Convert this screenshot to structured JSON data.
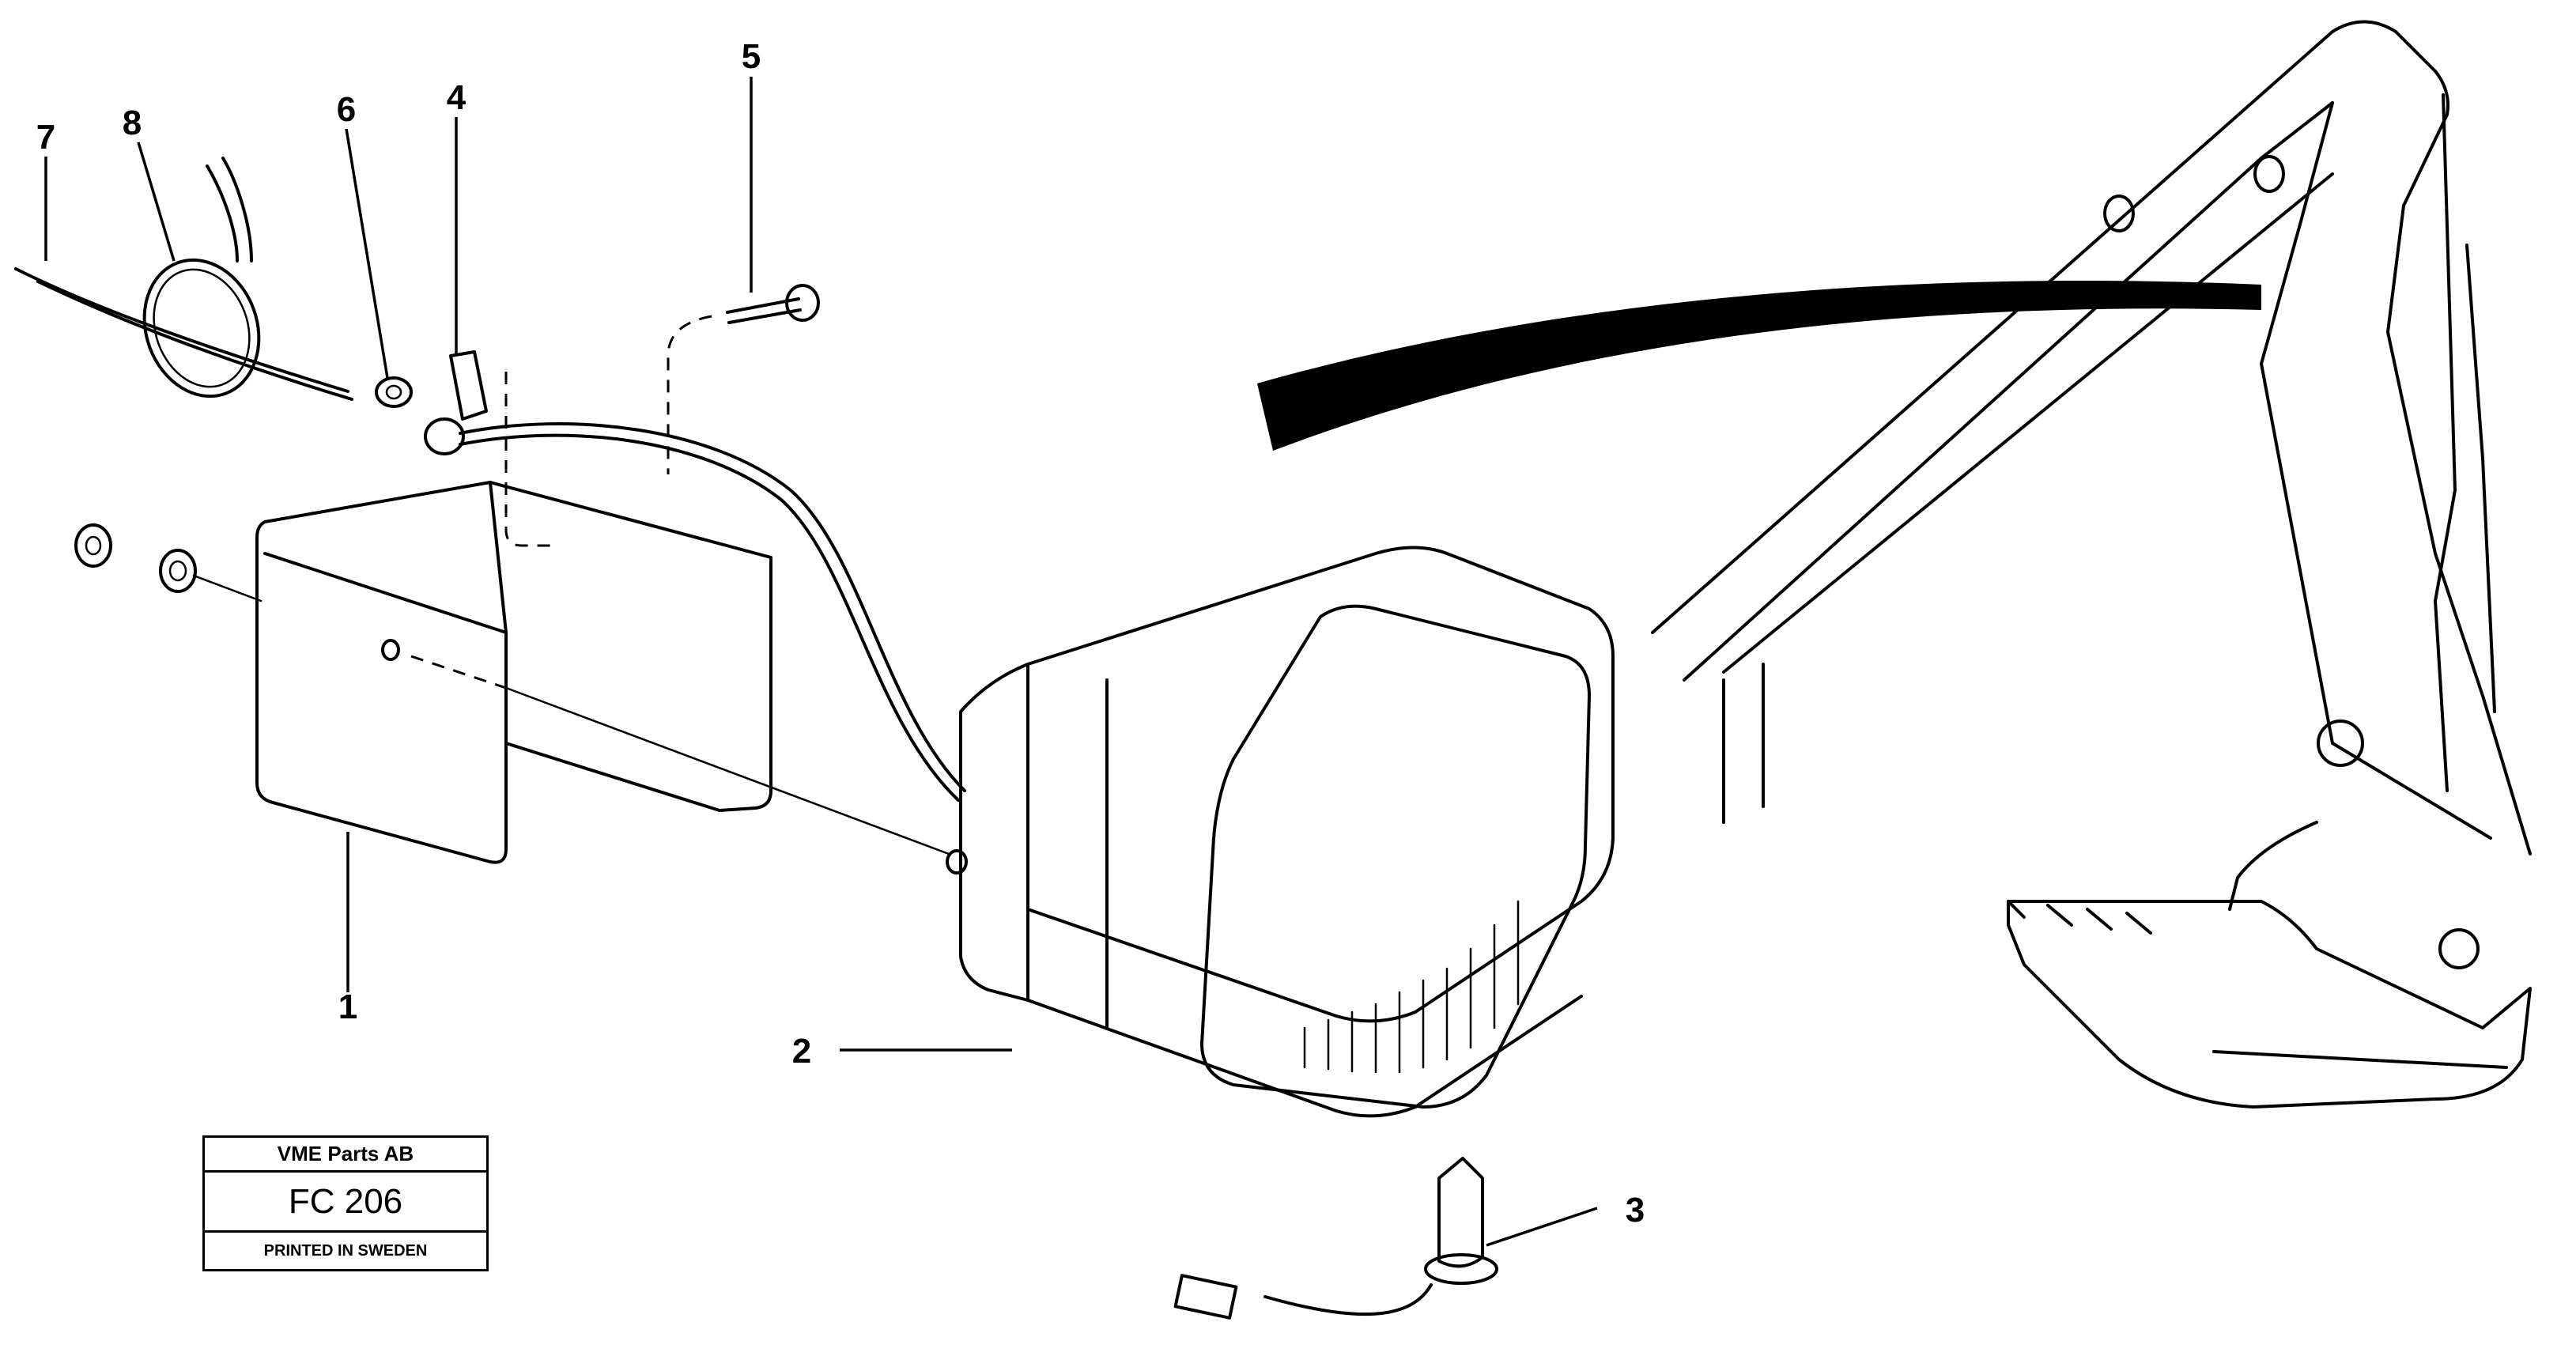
{
  "callouts": {
    "c1": "1",
    "c2": "2",
    "c3": "3",
    "c4": "4",
    "c5": "5",
    "c6": "6",
    "c7": "7",
    "c8": "8"
  },
  "stamp": {
    "company": "VME Parts AB",
    "code": "FC 206",
    "printed": "PRINTED IN SWEDEN"
  },
  "colors": {
    "ink": "#000000",
    "paper": "#ffffff"
  }
}
